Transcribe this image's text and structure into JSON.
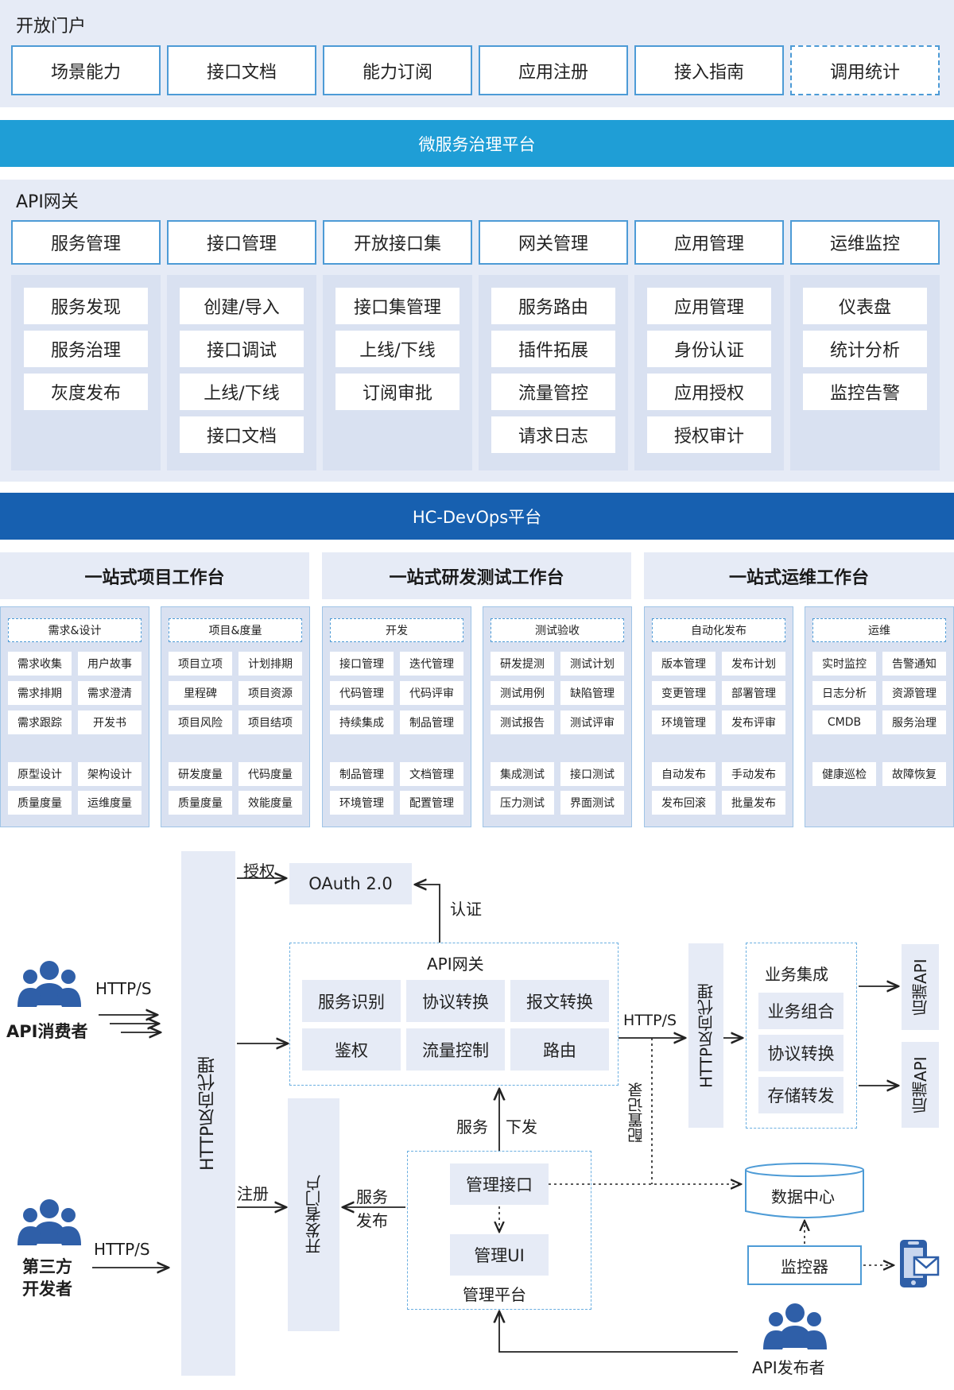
{
  "open_portal": {
    "title": "开放门户",
    "items": [
      "场景能力",
      "接口文档",
      "能力订阅",
      "应用注册",
      "接入指南",
      "调用统计"
    ]
  },
  "microservice_bar": "微服务治理平台",
  "api_gateway": {
    "title": "API网关",
    "headers": [
      "服务管理",
      "接口管理",
      "开放接口集",
      "网关管理",
      "应用管理",
      "运维监控"
    ],
    "columns": [
      [
        "服务发现",
        "服务治理",
        "灰度发布"
      ],
      [
        "创建/导入",
        "接口调试",
        "上线/下线",
        "接口文档"
      ],
      [
        "接口集管理",
        "上线/下线",
        "订阅审批"
      ],
      [
        "服务路由",
        "插件拓展",
        "流量管控",
        "请求日志"
      ],
      [
        "应用管理",
        "身份认证",
        "应用授权",
        "授权审计"
      ],
      [
        "仪表盘",
        "统计分析",
        "监控告警"
      ]
    ]
  },
  "devops_bar": "HC-DevOps平台",
  "devops": {
    "workstations": [
      "一站式项目工作台",
      "一站式研发测试工作台",
      "一站式运维工作台"
    ],
    "groups": [
      {
        "title": "需求&设计",
        "top": [
          [
            "需求收集",
            "用户故事"
          ],
          [
            "需求排期",
            "需求澄清"
          ],
          [
            "需求跟踪",
            "开发书"
          ]
        ],
        "bottom": [
          [
            "原型设计",
            "架构设计"
          ],
          [
            "质量度量",
            "运维度量"
          ]
        ]
      },
      {
        "title": "项目&度量",
        "top": [
          [
            "项目立项",
            "计划排期"
          ],
          [
            "里程碑",
            "项目资源"
          ],
          [
            "项目风险",
            "项目结项"
          ]
        ],
        "bottom": [
          [
            "研发度量",
            "代码度量"
          ],
          [
            "质量度量",
            "效能度量"
          ]
        ]
      },
      {
        "title": "开发",
        "top": [
          [
            "接口管理",
            "迭代管理"
          ],
          [
            "代码管理",
            "代码评审"
          ],
          [
            "持续集成",
            "制品管理"
          ]
        ],
        "bottom": [
          [
            "制品管理",
            "文档管理"
          ],
          [
            "环境管理",
            "配置管理"
          ]
        ]
      },
      {
        "title": "测试验收",
        "top": [
          [
            "研发提测",
            "测试计划"
          ],
          [
            "测试用例",
            "缺陷管理"
          ],
          [
            "测试报告",
            "测试评审"
          ]
        ],
        "bottom": [
          [
            "集成测试",
            "接口测试"
          ],
          [
            "压力测试",
            "界面测试"
          ]
        ]
      },
      {
        "title": "自动化发布",
        "top": [
          [
            "版本管理",
            "发布计划"
          ],
          [
            "变更管理",
            "部署管理"
          ],
          [
            "环境管理",
            "发布评审"
          ]
        ],
        "bottom": [
          [
            "自动发布",
            "手动发布"
          ],
          [
            "发布回滚",
            "批量发布"
          ]
        ]
      },
      {
        "title": "运维",
        "top": [
          [
            "实时监控",
            "告警通知"
          ],
          [
            "日志分析",
            "资源管理"
          ],
          [
            "CMDB",
            "服务治理"
          ]
        ],
        "bottom": [
          [
            "健康巡检",
            "故障恢复"
          ]
        ]
      }
    ]
  },
  "flow": {
    "api_consumer": "API消费者",
    "third_party_line1": "第三方",
    "third_party_line2": "开发者",
    "api_publisher": "API发布者",
    "http_s": "HTTP/S",
    "http_proxy": "HTTP反向代理",
    "authorize": "授权",
    "oauth": "OAuth 2.0",
    "auth": "认证",
    "gateway_title": "API网关",
    "gateway_items": [
      "服务识别",
      "协议转换",
      "报文转换",
      "鉴权",
      "流量控制",
      "路由"
    ],
    "register": "注册",
    "dev_portal": "开发者门户",
    "service_publish_1": "服务",
    "service_publish_2": "发布",
    "service": "服务",
    "dispatch": "下发",
    "config_record": "配置记录",
    "mgmt_api": "管理接口",
    "mgmt_ui": "管理UI",
    "mgmt_platform": "管理平台",
    "biz_items": [
      "业务集成",
      "业务组合",
      "协议转换",
      "存储转发"
    ],
    "backend_api": "后端API",
    "data_center": "数据中心",
    "monitor": "监控器"
  },
  "colors": {
    "panel": "#e6ebf6",
    "border_blue": "#4d9bd6",
    "microservice_bar": "#1f9ed6",
    "devops_bar": "#1760b0",
    "user_icon": "#2f5fa8"
  }
}
